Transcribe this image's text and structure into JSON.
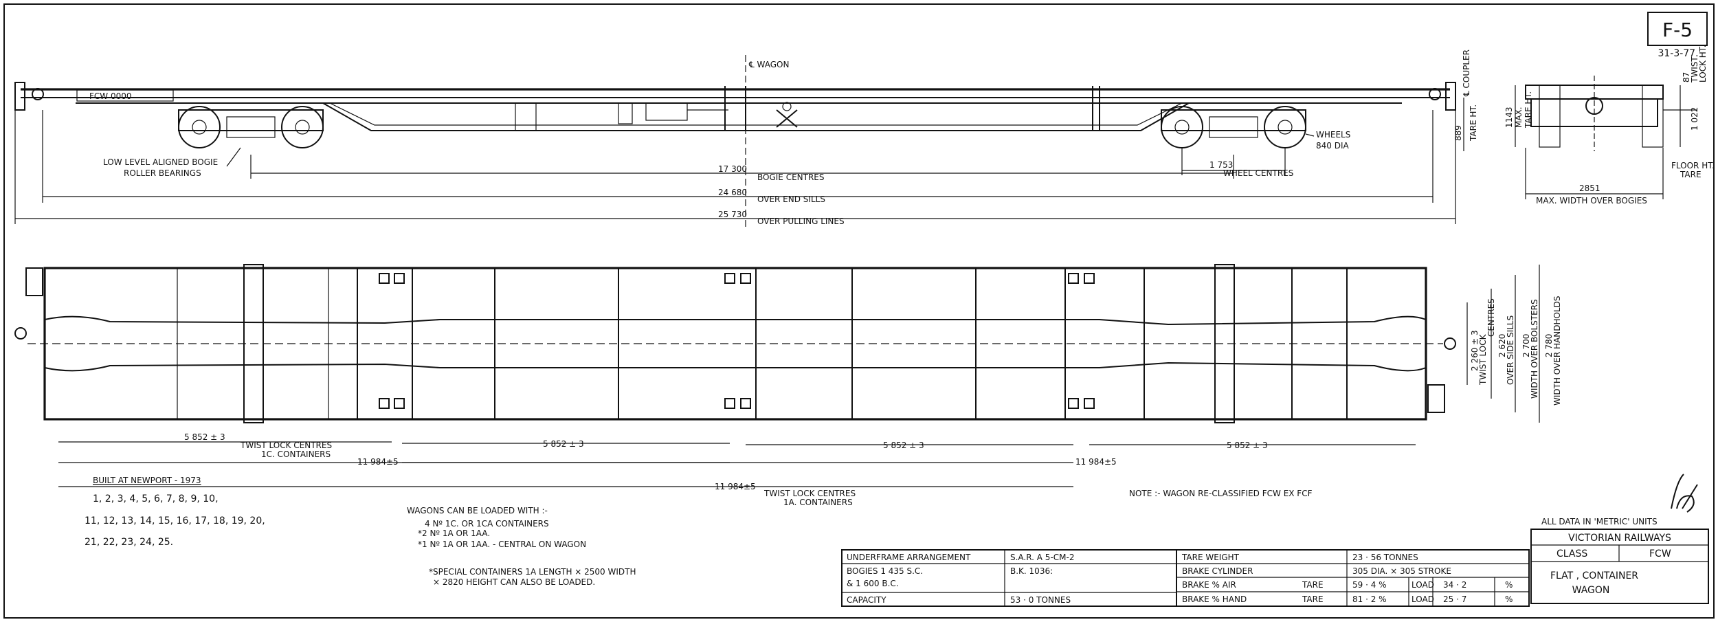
{
  "drawing": {
    "sheet_no": "F-5",
    "date": "31-3-77.",
    "signature": "signature"
  },
  "elevation": {
    "wagon_centre": "℄ WAGON",
    "side_marking": "FCW 0000",
    "coupler": "℄ COUPLER",
    "tare_height_dim": "889",
    "tare_height_label": "TARE HT.",
    "bogie_note": [
      "LOW LEVEL ALIGNED BOGIE",
      "ROLLER BEARINGS"
    ],
    "wheels_note": [
      "WHEELS",
      "840 DIA"
    ],
    "wheel_centres_dim": "1 753",
    "wheel_centres_label": "WHEEL CENTRES",
    "bogie_centres_dim": "17 300",
    "bogie_centres_label": "BOGIE CENTRES",
    "end_sills_dim": "24 680",
    "end_sills_label": "OVER END SILLS",
    "pulling_lines_dim": "25 730",
    "pulling_lines_label": "OVER PULLING LINES"
  },
  "end_view": {
    "max_tare_dim": "1143",
    "max_tare_label": [
      "MAX.",
      "TARE HT."
    ],
    "twist_lock_dim": "87",
    "twist_lock_label": [
      "TWIST",
      "LOCK HT."
    ],
    "floor_dim": "1 022",
    "floor_label": [
      "FLOOR HT.",
      "TARE"
    ],
    "max_width_dim": "2851",
    "max_width_label": "MAX. WIDTH OVER BOGIES"
  },
  "plan": {
    "tl_1c_dim": "5 852 ± 3",
    "tl_1c_label": [
      "TWIST LOCK CENTRES",
      "1C. CONTAINERS"
    ],
    "mid_dim_1": "5 852 ± 3",
    "mid_dim_2": "5 852 ± 3",
    "mid_dim_3": "5 852 ± 3",
    "span_11984_a": "11 984±5",
    "span_11984_b": "11 984±5",
    "span_11984_c": "11 984±5",
    "tl_1a_label": [
      "TWIST LOCK CENTRES",
      "1A. CONTAINERS"
    ],
    "right_dims": [
      {
        "value": "2 260 ± 3",
        "label": [
          "TWIST LOCK",
          "CENTRES"
        ]
      },
      {
        "value": "2 620",
        "label": [
          "OVER SIDE SILLS"
        ]
      },
      {
        "value": "2 700",
        "label": [
          "WIDTH OVER BOLSTERS"
        ]
      },
      {
        "value": "2 780",
        "label": [
          "WIDTH OVER HANDHOLDS"
        ]
      }
    ]
  },
  "notes": {
    "built_title": "BUILT AT NEWPORT - 1973",
    "built_lines": [
      "1, 2, 3, 4, 5, 6, 7, 8, 9, 10,",
      "11, 12, 13, 14, 15, 16, 17, 18, 19, 20,",
      "21, 22, 23, 24, 25."
    ],
    "loading_title": "WAGONS CAN BE LOADED WITH :-",
    "loading_lines": [
      "4 Nº 1C. OR 1CA CONTAINERS",
      "*2 Nº 1A OR 1AA.",
      "*1 Nº 1A OR 1AA.   -   CENTRAL ON WAGON"
    ],
    "special_lines": [
      "*SPECIAL CONTAINERS 1A LENGTH × 2500 WIDTH",
      "× 2820 HEIGHT CAN ALSO BE LOADED."
    ],
    "reclass_note": "NOTE :- WAGON RE-CLASSIFIED FCW EX FCF"
  },
  "data_table": {
    "rows": [
      [
        "UNDERFRAME ARRANGEMENT",
        "S.A.R. A 5-CM-2"
      ],
      [
        "BOGIES 1 435 S.C.",
        "B.K. 1036:"
      ],
      [
        "& 1 600 B.C.",
        ""
      ],
      [
        "CAPACITY",
        "53 · 0 TONNES"
      ]
    ],
    "right_rows": [
      [
        "TARE WEIGHT",
        "",
        "23 · 56 TONNES",
        "",
        "",
        ""
      ],
      [
        "BRAKE CYLINDER",
        "",
        "305 DIA. × 305 STROKE",
        "",
        "",
        ""
      ],
      [
        "BRAKE % AIR",
        "TARE",
        "59 · 4 %",
        "LOAD",
        "34 · 2",
        "%"
      ],
      [
        "BRAKE % HAND",
        "TARE",
        "81 · 2 %",
        "LOAD",
        "25 · 7",
        "%"
      ]
    ]
  },
  "title_block": {
    "units_note": "ALL DATA IN 'METRIC' UNITS",
    "company": "VICTORIAN RAILWAYS",
    "class_label": "CLASS",
    "class_value": "FCW",
    "description": [
      "FLAT , CONTAINER",
      "WAGON"
    ]
  }
}
